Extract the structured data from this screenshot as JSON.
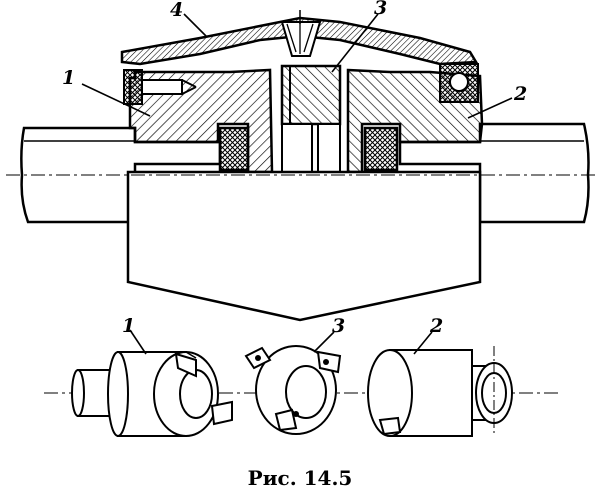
{
  "figure": {
    "caption": "Рис. 14.5",
    "section_labels": [
      {
        "id": "1",
        "text": "1"
      },
      {
        "id": "2",
        "text": "2"
      },
      {
        "id": "3",
        "text": "3"
      },
      {
        "id": "4",
        "text": "4"
      }
    ],
    "exploded_labels": [
      {
        "id": "1",
        "text": "1"
      },
      {
        "id": "3",
        "text": "3"
      },
      {
        "id": "2",
        "text": "2"
      }
    ]
  },
  "colors": {
    "ink": "#000000",
    "paper": "#ffffff"
  }
}
